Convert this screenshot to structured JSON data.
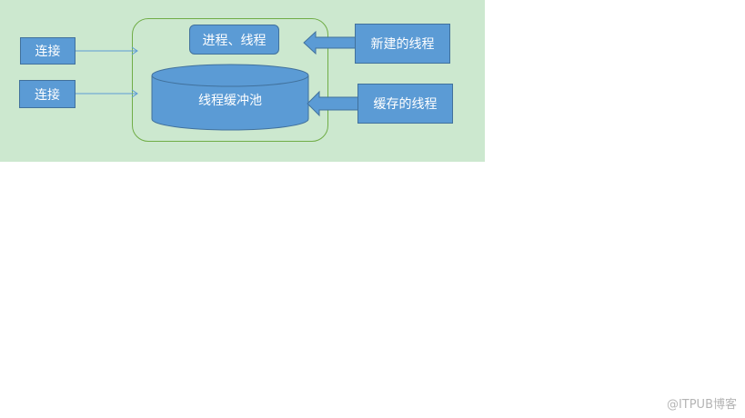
{
  "diagram": {
    "connection_1": "连接",
    "connection_2": "连接",
    "process_thread": "进程、线程",
    "thread_pool": "线程缓冲池",
    "new_thread": "新建的线程",
    "cached_thread": "缓存的线程"
  },
  "colors": {
    "panel": "#cce8cf",
    "box_fill": "#5b9bd5",
    "box_border": "#41719c",
    "group_border": "#70ad47",
    "connector": "#5b9bd5"
  },
  "watermark": "@ITPUB博客"
}
